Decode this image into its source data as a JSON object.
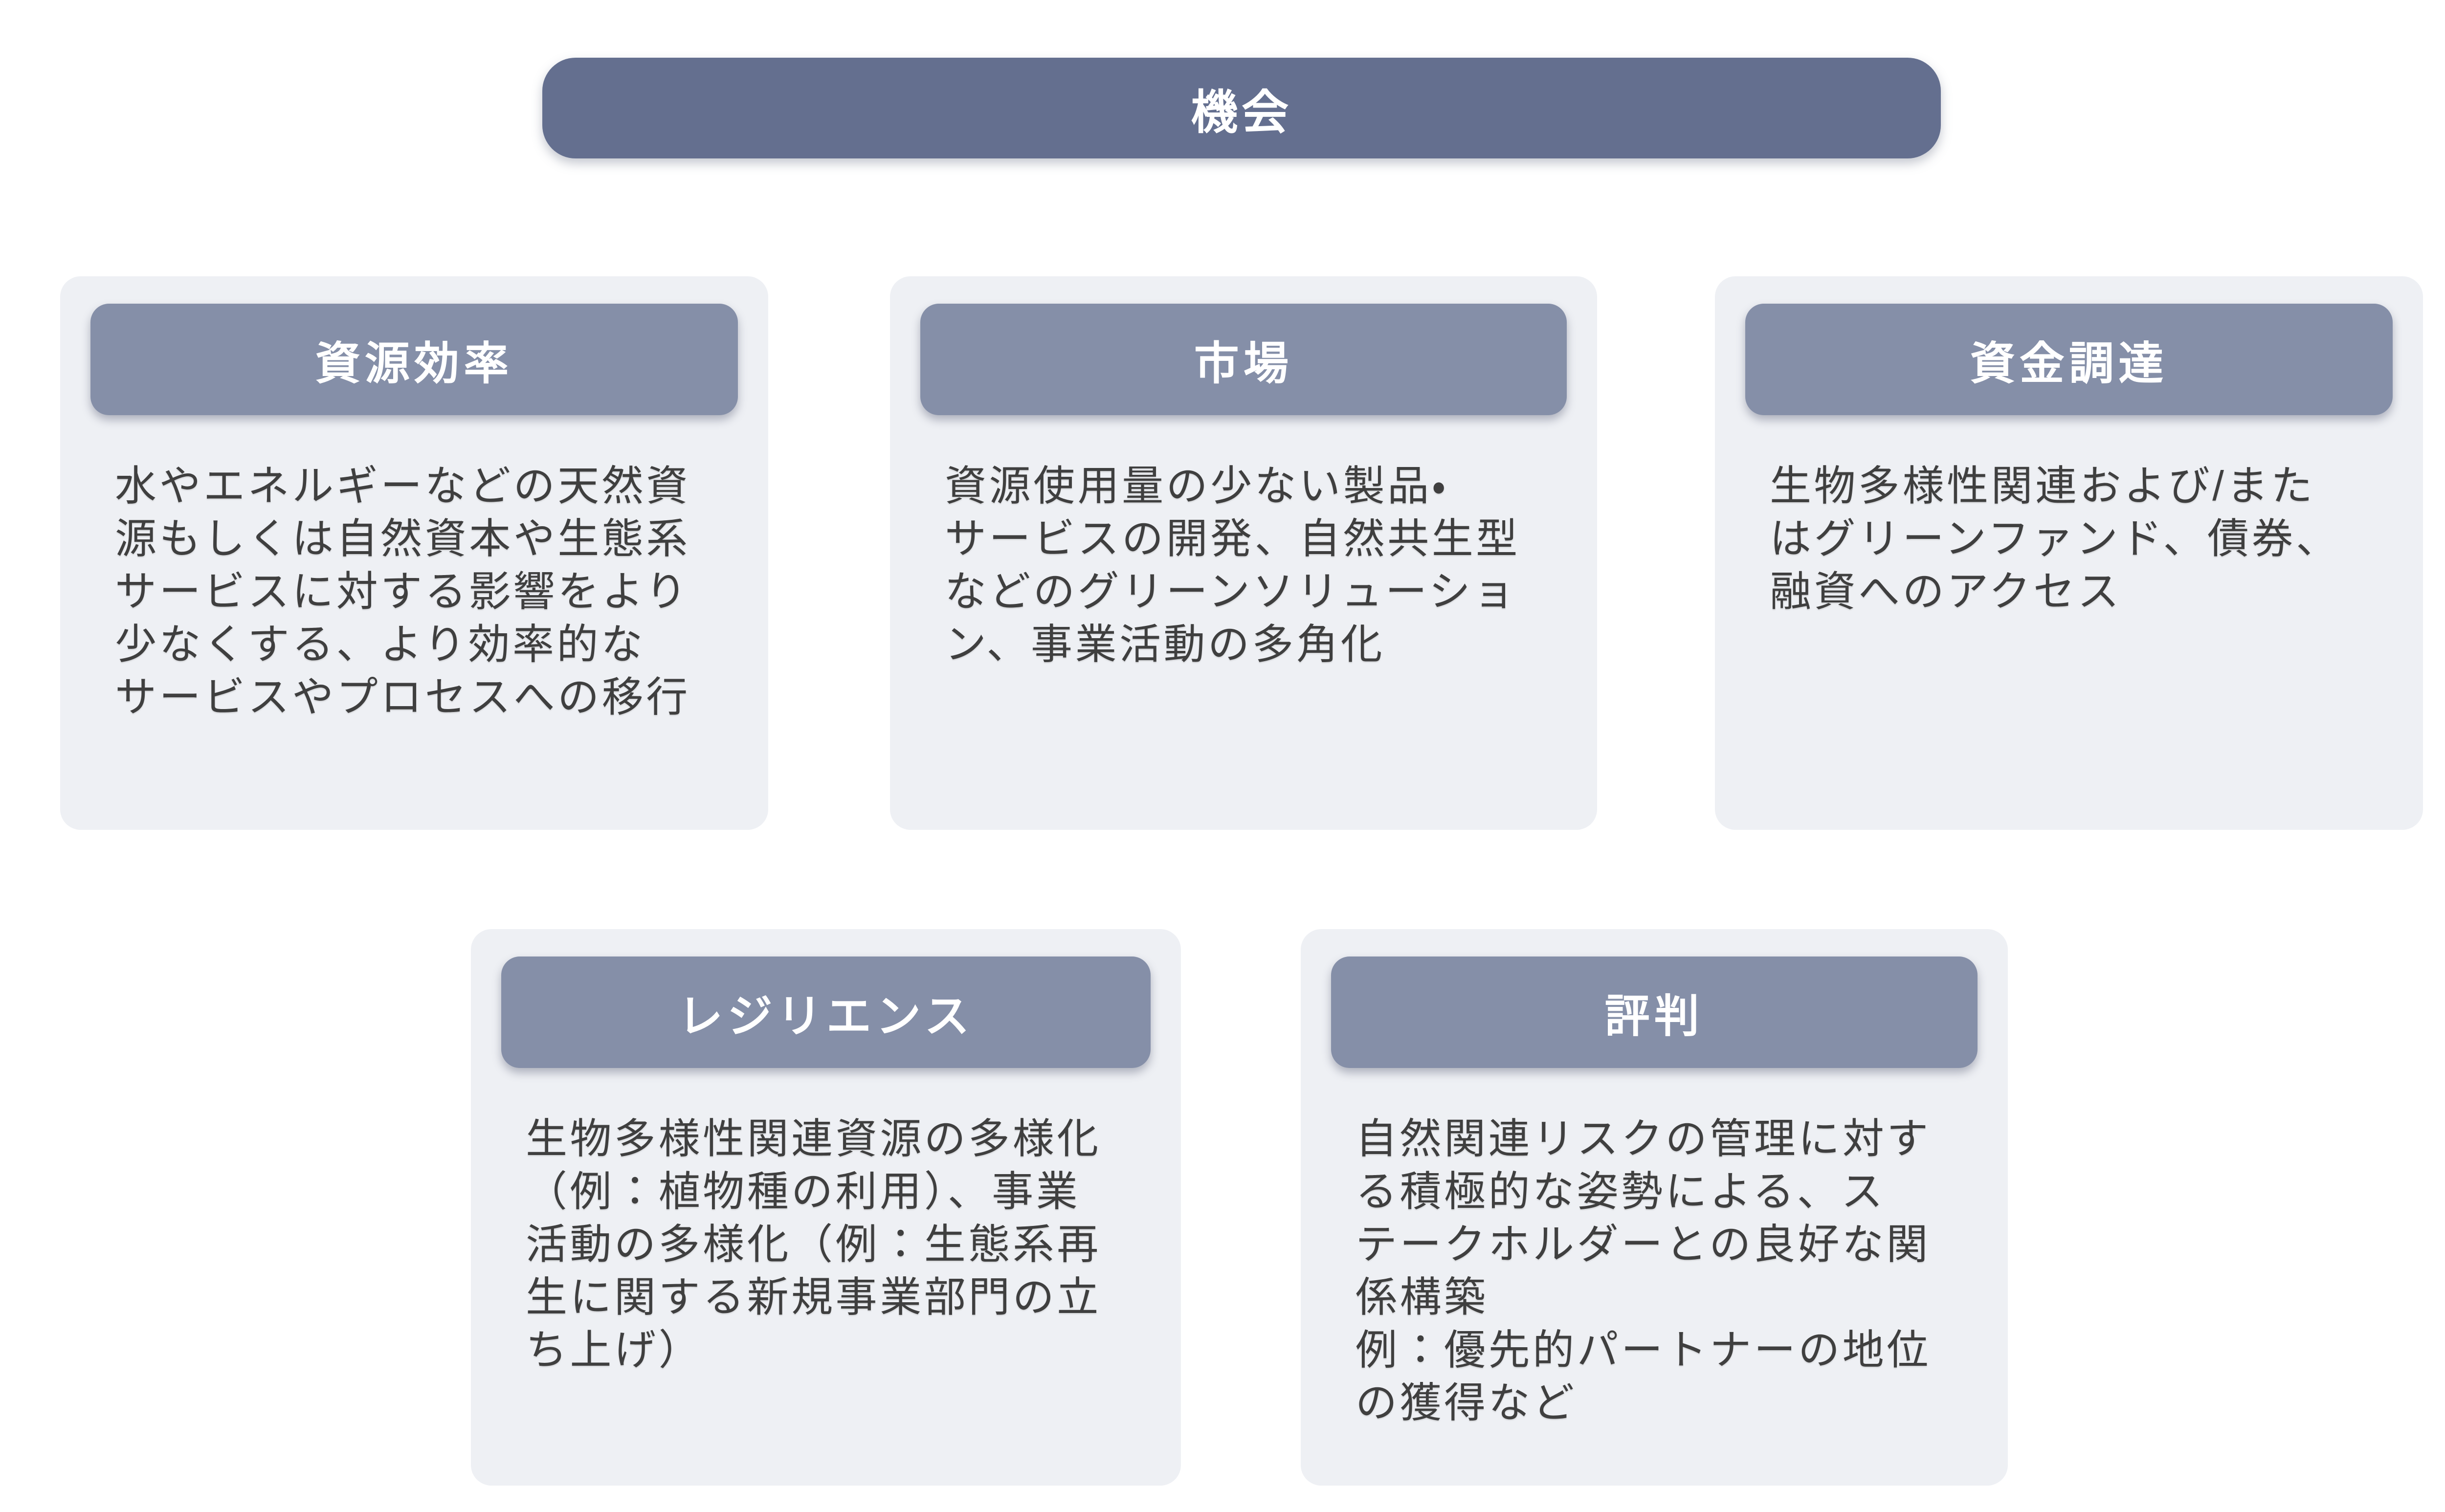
{
  "diagram": {
    "title": "機会",
    "colors": {
      "title_bar_bg": "#646F8F",
      "card_header_bg": "#858FA8",
      "card_bg": "#EEF0F4",
      "header_text": "#FFFFFF",
      "body_text": "#3F3F3F",
      "page_bg": "#FFFFFF"
    },
    "cards": [
      {
        "header": "資源効率",
        "body": "水やエネルギーなどの天然資\n源もしくは自然資本や生態系\nサービスに対する影響をより\n少なくする、より効率的な\nサービスやプロセスへの移行"
      },
      {
        "header": "市場",
        "body": "資源使用量の少ない製品・\nサービスの開発、自然共生型\nなどのグリーンソリューショ\nン、事業活動の多角化"
      },
      {
        "header": "資金調達",
        "body": "生物多様性関連および/また\nはグリーンファンド、債券、\n融資へのアクセス"
      },
      {
        "header": "レジリエンス",
        "body": "生物多様性関連資源の多様化\n（例：植物種の利用）、事業\n活動の多様化（例：生態系再\n生に関する新規事業部門の立\nち上げ）"
      },
      {
        "header": "評判",
        "body": "自然関連リスクの管理に対す\nる積極的な姿勢による、ス\nテークホルダーとの良好な関\n係構築\n例：優先的パートナーの地位\nの獲得など"
      }
    ]
  }
}
